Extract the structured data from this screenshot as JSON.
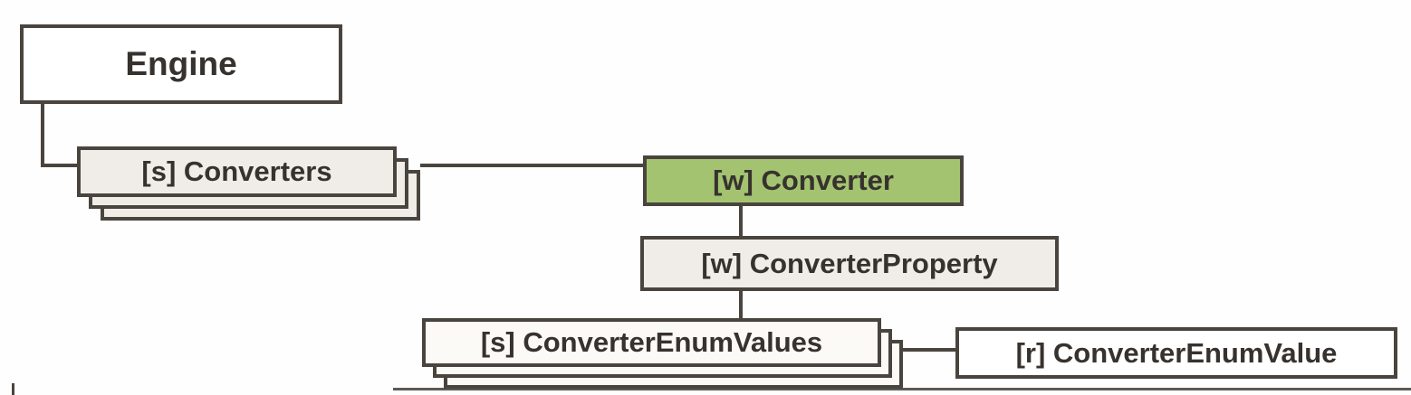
{
  "diagram": {
    "type": "xml-schema-tree",
    "nodes": {
      "engine": {
        "label": "Engine"
      },
      "converters": {
        "label": "[s] Converters",
        "stacked": true
      },
      "converter": {
        "label": "[w] Converter",
        "highlighted": true
      },
      "converter_property": {
        "label": "[w] ConverterProperty"
      },
      "converter_enum_values": {
        "label": "[s] ConverterEnumValues",
        "stacked": true
      },
      "converter_enum_value": {
        "label": "[r] ConverterEnumValue"
      }
    },
    "colors": {
      "border": "#4a443e",
      "connector": "#4a443e",
      "text": "#37322e",
      "background": "#fefefe",
      "fill_white": "#ffffff",
      "fill_gray": "#f0ede8",
      "fill_light": "#fbfaf7",
      "fill_selected_green": "#a3c371",
      "bottom_rule": "#5f5953"
    }
  }
}
